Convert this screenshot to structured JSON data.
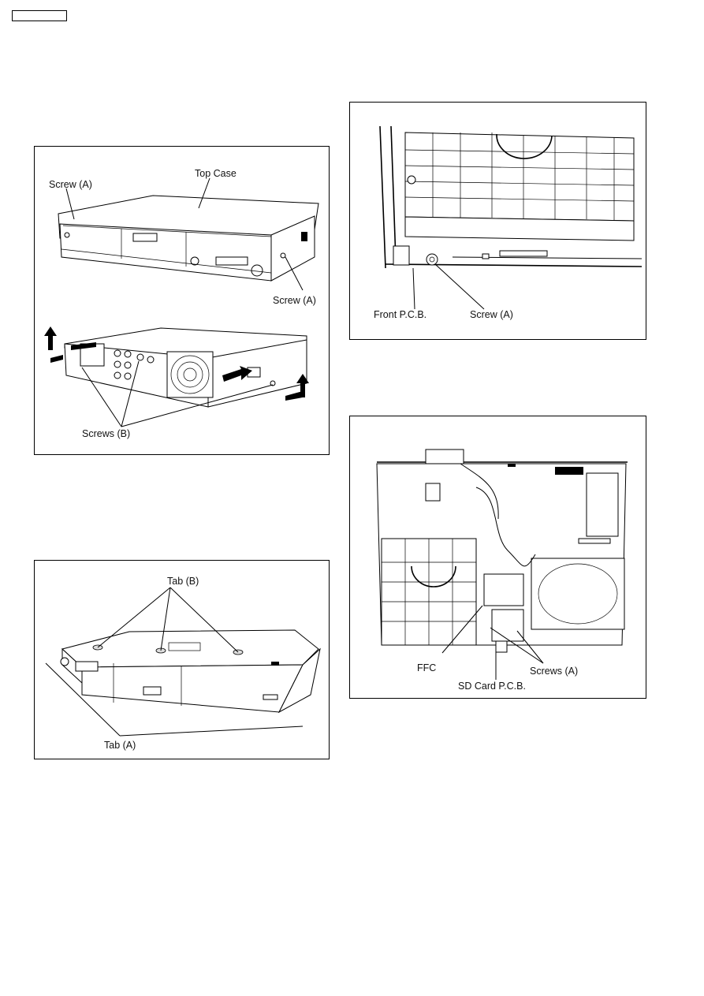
{
  "figure1": {
    "label_screw_a_left": "Screw (A)",
    "label_top_case": "Top Case",
    "label_screw_a_right": "Screw (A)",
    "label_screws_b": "Screws (B)"
  },
  "figure2": {
    "label_tab_b": "Tab (B)",
    "label_tab_a": "Tab (A)"
  },
  "figure3": {
    "label_front_pcb": "Front P.C.B.",
    "label_screw_a": "Screw (A)"
  },
  "figure4": {
    "label_ffc": "FFC",
    "label_screws_a": "Screws (A)",
    "label_sd_card_pcb": "SD Card P.C.B."
  }
}
